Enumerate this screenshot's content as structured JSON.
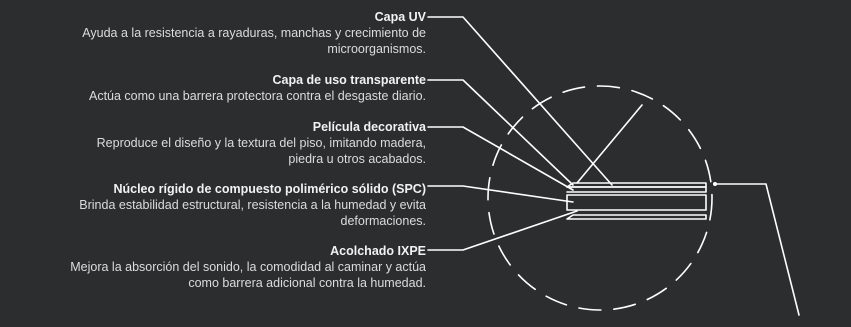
{
  "layers": [
    {
      "title": "Capa UV",
      "lines": [
        "Ayuda a la resistencia a rayaduras, manchas y crecimiento de",
        "microorganismos."
      ]
    },
    {
      "title": "Capa de uso transparente",
      "lines": [
        "Actúa como una barrera protectora contra el desgaste diario."
      ]
    },
    {
      "title": "Película decorativa",
      "lines": [
        "Reproduce el diseño y la textura del piso, imitando madera,",
        "piedra u otros acabados."
      ]
    },
    {
      "title": "Núcleo rígido de compuesto polimérico sólido (SPC)",
      "lines": [
        "Brinda estabilidad estructural, resistencia a la humedad y evita",
        "deformaciones."
      ]
    },
    {
      "title": "Acolchado IXPE",
      "lines": [
        "Mejora la absorción del sonido, la comodidad al caminar y actúa",
        "como barrera adicional contra la humedad."
      ]
    }
  ],
  "colors": {
    "background": "#2c2d2f",
    "stroke": "#ffffff",
    "text": "#e9e9e9"
  }
}
